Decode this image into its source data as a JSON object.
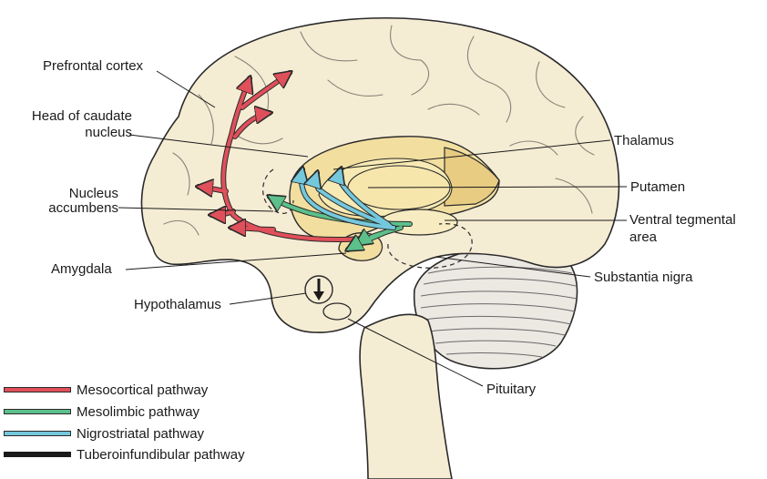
{
  "labels": {
    "prefrontal": "Prefrontal cortex",
    "caudate_1": "Head of caudate",
    "caudate_2": "nucleus",
    "accumbens_1": "Nucleus",
    "accumbens_2": "accumbens",
    "amygdala": "Amygdala",
    "hypothalamus": "Hypothalamus",
    "thalamus": "Thalamus",
    "putamen": "Putamen",
    "vta_1": "Ventral tegmental",
    "vta_2": "area",
    "substantia": "Substantia nigra",
    "pituitary": "Pituitary"
  },
  "legend": [
    {
      "label": "Mesocortical pathway",
      "color": "#e0505a"
    },
    {
      "label": "Mesolimbic pathway",
      "color": "#5cc08a"
    },
    {
      "label": "Nigrostriatal pathway",
      "color": "#74c8dc"
    },
    {
      "label": "Tuberoinfundibular pathway",
      "color": "#1a1a1a"
    }
  ],
  "colors": {
    "brain": "#f5ecd4",
    "cerebellum": "#ece8e2",
    "striatum": "#f2dfa0",
    "thalamus": "#e8cc82",
    "outline": "#2a2a2a"
  }
}
